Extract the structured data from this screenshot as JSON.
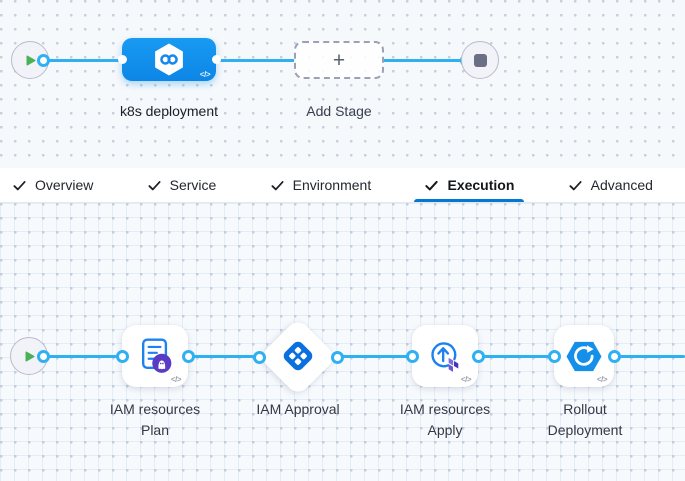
{
  "stage_graph": {
    "stage": {
      "name": "k8s deployment",
      "icon": "harness-cd-hexagon-infinity-icon"
    },
    "add_stage": {
      "label": "Add Stage",
      "plus": "+"
    },
    "code_badge": "</>"
  },
  "tabs": [
    {
      "label": "Overview",
      "active": false
    },
    {
      "label": "Service",
      "active": false
    },
    {
      "label": "Environment",
      "active": false
    },
    {
      "label": "Execution",
      "active": true
    },
    {
      "label": "Advanced",
      "active": false
    }
  ],
  "execution_graph": {
    "steps": [
      {
        "name_line1": "IAM resources",
        "name_line2": "Plan",
        "icon": "terraform-plan-document-icon"
      },
      {
        "name_line1": "IAM Approval",
        "name_line2": "",
        "icon": "approval-diamond-icon"
      },
      {
        "name_line1": "IAM resources",
        "name_line2": "Apply",
        "icon": "terraform-apply-arrow-icon"
      },
      {
        "name_line1": "Rollout",
        "name_line2": "Deployment",
        "icon": "rollout-deployment-hexagon-icon"
      }
    ],
    "code_badge": "</>"
  },
  "colors": {
    "edge_blue": "#2fb0f2",
    "stage_node_blue": "#0f8ceb",
    "tab_underline_blue": "#0278d5",
    "approval_icon_blue": "#0a70dd",
    "terraform_purple": "#5b47cf",
    "play_green": "#4ab158",
    "stop_gray": "#6b6f86"
  }
}
